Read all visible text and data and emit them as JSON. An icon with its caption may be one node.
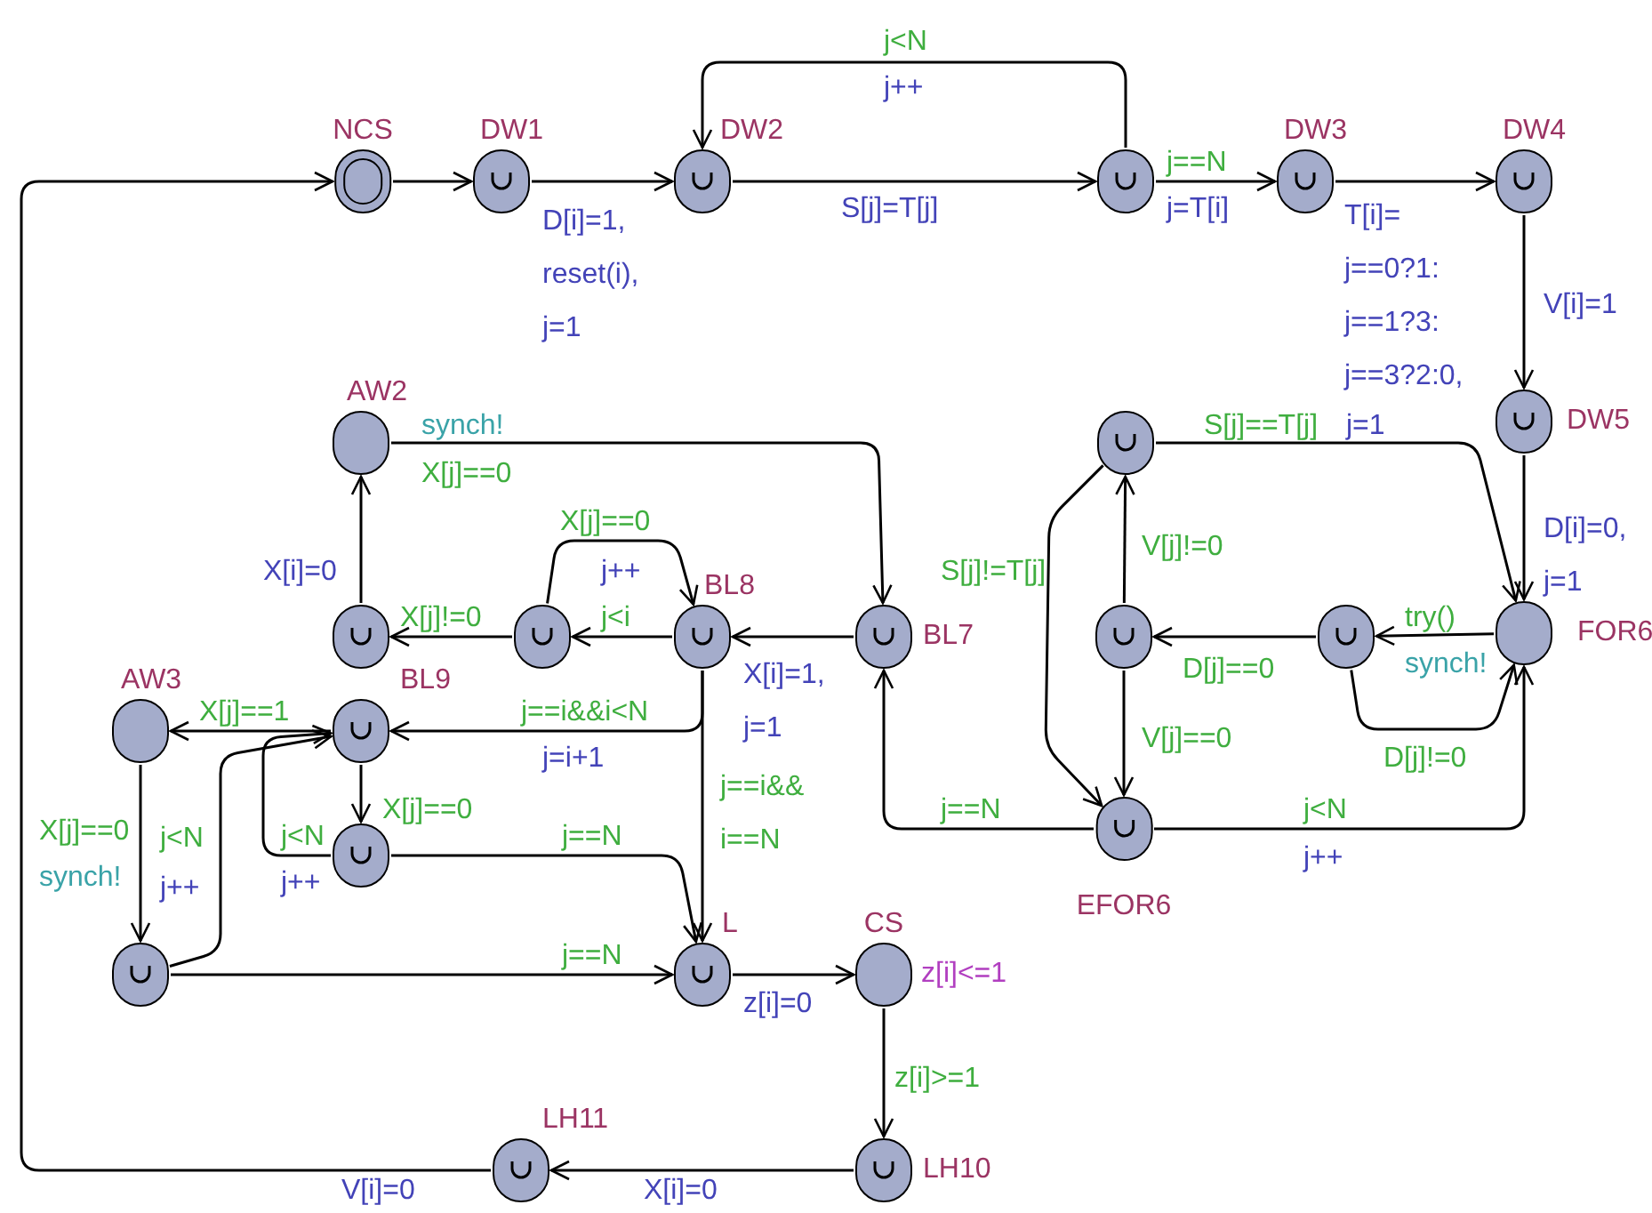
{
  "diagram": {
    "nodes": [
      {
        "text": [
          "NCS"
        ]
      },
      {
        "text": [
          "DW1"
        ]
      },
      {
        "text": [
          "DW2"
        ]
      },
      {
        "text": [],
        "shape": "circle"
      },
      {
        "text": [
          "DW3"
        ]
      },
      {
        "text": [
          "DW4"
        ]
      },
      {
        "text": [
          "DW5"
        ]
      },
      {
        "text": [],
        "shape": "circle"
      },
      {
        "text": [
          "AW2"
        ]
      },
      {
        "text": [
          "FOR6"
        ]
      },
      {
        "text": [],
        "shape": "circle"
      },
      {
        "text": [],
        "shape": "circle"
      },
      {
        "text": [
          "BL7"
        ]
      },
      {
        "text": [
          "BL8"
        ]
      },
      {
        "text": [],
        "shape": "circle"
      },
      {
        "text": [],
        "shape": "circle"
      },
      {
        "text": [
          "AW3"
        ]
      },
      {
        "text": [
          "BL9"
        ]
      },
      {
        "text": [],
        "shape": "circle"
      },
      {
        "text": [
          "EFOR6"
        ]
      },
      {
        "text": [],
        "shape": "circle"
      },
      {
        "text": [
          "L"
        ]
      },
      {
        "text": [
          "CS"
        ],
        "beside": [
          "z[i]<=1"
        ]
      },
      {
        "text": [
          "LH10"
        ]
      },
      {
        "text": [
          "LH11"
        ]
      }
    ],
    "edges": [
      {
        "from": 24,
        "to": 0,
        "arrow": "to",
        "label": "V[i]=0"
      },
      {
        "from": 0,
        "to": 1,
        "arrow": "to"
      },
      {
        "from": 1,
        "to": 2,
        "arrow": "to",
        "label": "D[i]=1, reset(i), j=1"
      },
      {
        "from": 2,
        "to": 3,
        "arrow": "to",
        "label": "S[j]=T[j]"
      },
      {
        "from": 3,
        "to": 2,
        "arrow": "to",
        "label": "j<N"
      },
      {
        "from": 3,
        "to": 4,
        "arrow": "to",
        "label": "j==N"
      },
      {
        "from": 4,
        "to": 5,
        "arrow": "to",
        "label": "T[i]= j==0?1: j==1?3: j==3?2:0,"
      },
      {
        "from": 5,
        "to": 6,
        "arrow": "to",
        "label": "V[i]=1"
      },
      {
        "from": 6,
        "to": 9,
        "arrow": "to",
        "label": "D[i]=0, j=1"
      },
      {
        "from": 7,
        "to": 9,
        "arrow": "to",
        "label": "S[j]==T[j]"
      },
      {
        "from": 7,
        "to": 19,
        "arrow": "to",
        "label": "S[j]!=T[j]"
      },
      {
        "from": 11,
        "to": 7,
        "arrow": "to",
        "label": "V[j]!=0"
      },
      {
        "from": 11,
        "to": 19,
        "arrow": "to",
        "label": "V[j]==0"
      },
      {
        "from": 10,
        "to": 11,
        "arrow": "to",
        "label": "D[j]==0"
      },
      {
        "from": 9,
        "to": 10,
        "arrow": "to",
        "label": "try()"
      },
      {
        "from": 10,
        "to": 9,
        "arrow": "to",
        "label": "D[j]!=0"
      },
      {
        "from": 19,
        "to": 9,
        "arrow": "to",
        "label": "j<N"
      },
      {
        "from": 19,
        "to": 12,
        "arrow": "to",
        "label": "j==N"
      },
      {
        "from": 8,
        "to": 12,
        "arrow": "to",
        "label": "synch!"
      },
      {
        "from": 12,
        "to": 13,
        "arrow": "to",
        "label": "X[i]=1, j=1"
      },
      {
        "from": 13,
        "to": 14,
        "arrow": "to",
        "label": "j<i"
      },
      {
        "from": 14,
        "to": 13,
        "arrow": "to",
        "label": "X[j]==0"
      },
      {
        "from": 14,
        "to": 15,
        "arrow": "to",
        "label": "X[j]!=0"
      },
      {
        "from": 15,
        "to": 8,
        "arrow": "to",
        "label": "X[i]=0"
      },
      {
        "from": 13,
        "to": 17,
        "arrow": "to",
        "label": "j==i&&i<N"
      },
      {
        "from": 13,
        "to": 21,
        "arrow": "to",
        "label": "j==i&& i==N"
      },
      {
        "from": 17,
        "to": 16,
        "arrow": "to",
        "label": "X[j]==1"
      },
      {
        "from": 16,
        "to": 20,
        "arrow": "to",
        "label": "X[j]==0"
      },
      {
        "from": 20,
        "to": 17,
        "arrow": "to",
        "label": "j<N"
      },
      {
        "from": 17,
        "to": 18,
        "arrow": "to",
        "label": "X[j]==0"
      },
      {
        "from": 18,
        "to": 17,
        "arrow": "to",
        "label": "j<N"
      },
      {
        "from": 18,
        "to": 21,
        "arrow": "to",
        "label": "j==N"
      },
      {
        "from": 20,
        "to": 21,
        "arrow": "to",
        "label": "j==N"
      },
      {
        "from": 21,
        "to": 22,
        "arrow": "to",
        "label": "z[i]=0"
      },
      {
        "from": 22,
        "to": 23,
        "arrow": "to",
        "label": "z[i]>=1"
      },
      {
        "from": 23,
        "to": 24,
        "arrow": "to",
        "label": "X[i]=0"
      }
    ],
    "labels": [
      "j++",
      "j=T[i]",
      "j=1",
      "X[j]==0",
      "j++",
      "synch!",
      "j=i+1",
      "synch!",
      "j++",
      "j++",
      "j++"
    ]
  }
}
